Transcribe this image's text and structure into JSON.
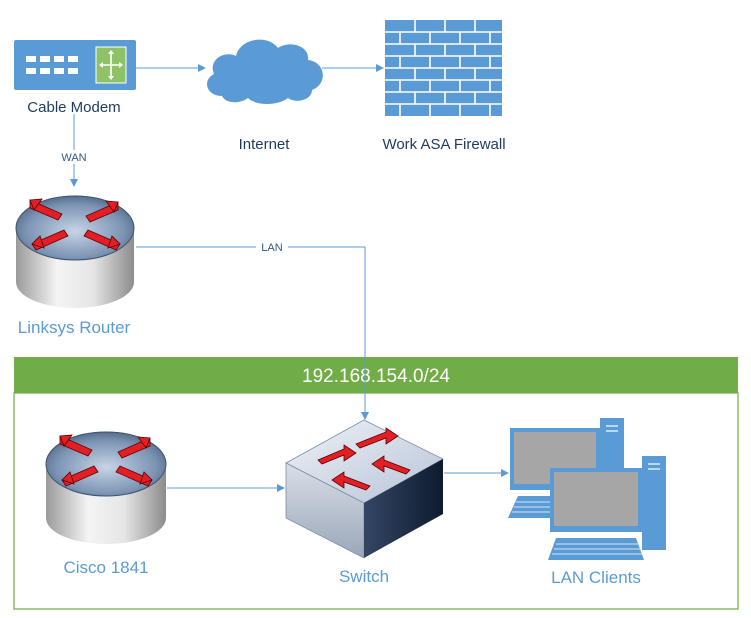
{
  "nodes": {
    "cable_modem": "Cable Modem",
    "internet": "Internet",
    "firewall": "Work ASA Firewall",
    "linksys_router": "Linksys Router",
    "cisco": "Cisco 1841",
    "switch": "Switch",
    "lan_clients": "LAN Clients"
  },
  "links": {
    "wan": "WAN",
    "lan": "LAN"
  },
  "subnet": {
    "label": "192.168.154.0/24"
  },
  "colors": {
    "line": "#5b9bd5",
    "subnet_bar": "#70ad47",
    "subnet_border": "#70ad47",
    "arrows": "#e31f26",
    "device_blue": "#5b9bd5"
  }
}
